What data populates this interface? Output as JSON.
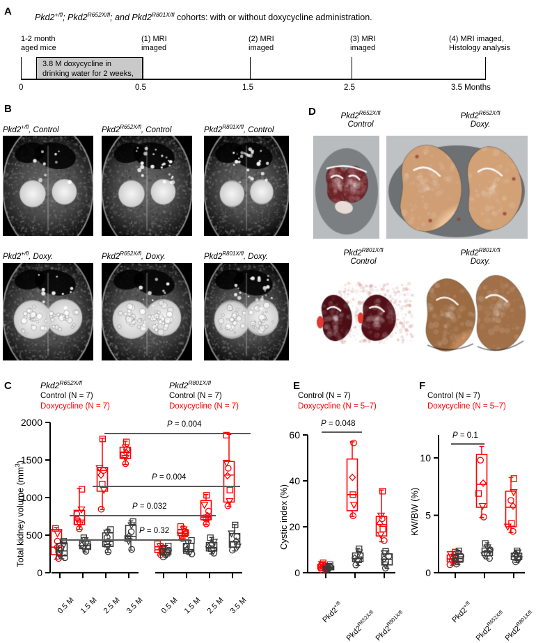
{
  "figure": {
    "panels": [
      "A",
      "B",
      "C",
      "D",
      "E",
      "F"
    ]
  },
  "panelA": {
    "letter": "A",
    "title_italic": "Pkd2+/fl; Pkd2R652X/fl; and Pkd2R801X/fl",
    "title_parts": [
      {
        "text": "Pkd2",
        "style": "italic"
      },
      {
        "text": "+/fl",
        "style": "italic-sup"
      },
      {
        "text": "; ",
        "style": "italic"
      },
      {
        "text": "Pkd2",
        "style": "italic"
      },
      {
        "text": "R652X/fl",
        "style": "italic-sup"
      },
      {
        "text": "; and ",
        "style": "italic"
      },
      {
        "text": "Pkd2",
        "style": "italic"
      },
      {
        "text": "R801X/fl",
        "style": "italic-sup"
      },
      {
        "text": " cohorts: with or without doxycycline administration.",
        "style": "normal"
      }
    ],
    "timeline_labels": [
      {
        "line1": "1-2 month",
        "line2": "aged mice",
        "x": 30
      },
      {
        "line1": "(1) MRI",
        "line2": "imaged",
        "x": 203
      },
      {
        "line1": "(2) MRI",
        "line2": "imaged",
        "x": 357
      },
      {
        "line1": "(3) MRI",
        "line2": "imaged",
        "x": 503
      },
      {
        "line1": "(4) MRI imaged,",
        "line2": "Histology analysis",
        "x": 648
      }
    ],
    "doxy_box": {
      "line1": "3.8 M doxycycline in",
      "line2": "drinking water for 2 weeks,"
    },
    "axis_numbers": [
      {
        "label": "0",
        "x": 30
      },
      {
        "label": "0.5",
        "x": 205
      },
      {
        "label": "1.5",
        "x": 358
      },
      {
        "label": "2.5",
        "x": 504
      },
      {
        "label": "3.5 Months",
        "x": 650
      }
    ]
  },
  "panelB": {
    "letter": "B",
    "images": [
      {
        "genotype": "Pkd2",
        "sup": "+/fl",
        "treatment": ", Control",
        "row": 0,
        "col": 0
      },
      {
        "genotype": "Pkd2",
        "sup": "R652X/fl",
        "treatment": ", Control",
        "row": 0,
        "col": 1
      },
      {
        "genotype": "Pkd2",
        "sup": "R801X/fl",
        "treatment": ", Control",
        "row": 0,
        "col": 2
      },
      {
        "genotype": "Pkd2",
        "sup": "+/fl",
        "treatment": ", Doxy.",
        "row": 1,
        "col": 0
      },
      {
        "genotype": "Pkd2",
        "sup": "R652X/fl",
        "treatment": ", Doxy.",
        "row": 1,
        "col": 1
      },
      {
        "genotype": "Pkd2",
        "sup": "R801X/fl",
        "treatment": ", Doxy.",
        "row": 1,
        "col": 2
      }
    ]
  },
  "panelD": {
    "letter": "D",
    "images": [
      {
        "genotype": "Pkd2",
        "sup": "R652X/fl",
        "treatment": "Control",
        "row": 0,
        "col": 0
      },
      {
        "genotype": "Pkd2",
        "sup": "R652X/fl",
        "treatment": "Doxy.",
        "row": 0,
        "col": 1
      },
      {
        "genotype": "Pkd2",
        "sup": "R801X/fl",
        "treatment": "Control",
        "row": 1,
        "col": 0
      },
      {
        "genotype": "Pkd2",
        "sup": "R801X/fl",
        "treatment": "Doxy.",
        "row": 1,
        "col": 1
      }
    ]
  },
  "panelC": {
    "letter": "C",
    "group_titles": [
      {
        "genotype": "Pkd2",
        "sup": "R652X/fl"
      },
      {
        "genotype": "Pkd2",
        "sup": "R801X/fl"
      }
    ],
    "legend": [
      {
        "label": "Control (N = 7)",
        "color": "#000000"
      },
      {
        "label": "Doxycycline (N = 7)",
        "color": "#ff0000"
      }
    ],
    "pvalues": [
      {
        "text": "P = 0.004"
      },
      {
        "text": "P = 0.004"
      },
      {
        "text": "P = 0.032"
      },
      {
        "text": "P = 0.32"
      }
    ]
  },
  "panelE": {
    "letter": "E",
    "legend": [
      {
        "label": "Control (N = 7)",
        "color": "#000000"
      },
      {
        "label": "Doxycycline (N = 5–7)",
        "color": "#ff0000"
      }
    ],
    "pvalue": "P = 0.048"
  },
  "panelF": {
    "letter": "F",
    "legend": [
      {
        "label": "Control (N = 7)",
        "color": "#000000"
      },
      {
        "label": "Doxycycline (N = 5–7)",
        "color": "#ff0000"
      }
    ],
    "pvalue": "P = 0.1"
  },
  "colors": {
    "control": "#3a3a3a",
    "doxycycline": "#ff0000",
    "pbar": "#595959",
    "doxybox": "#c9c9c9"
  },
  "chart_data": [
    {
      "id": "panelC",
      "type": "box",
      "title": "",
      "xlabel": "",
      "ylabel": "Total kidney volume (mm³)",
      "ylim": [
        0,
        2000
      ],
      "yticks": [
        0,
        500,
        1000,
        1500,
        2000
      ],
      "ytick_labels": [
        "0",
        "500",
        "1000",
        "1500",
        "2000"
      ],
      "grid": false,
      "legend_position": "above",
      "groups": [
        {
          "name": "Pkd2R652X/fl",
          "categories": [
            "0.5 M",
            "1.5 M",
            "2.5 M",
            "3.5 M"
          ],
          "series": [
            {
              "name": "Control",
              "color": "#3a3a3a",
              "boxes": [
                {
                  "min": 185,
                  "q1": 225,
                  "median": 290,
                  "q3": 390,
                  "max": 430,
                  "points": [
                    200,
                    230,
                    260,
                    300,
                    330,
                    370,
                    420
                  ]
                },
                {
                  "min": 275,
                  "q1": 320,
                  "median": 360,
                  "q3": 420,
                  "max": 470,
                  "points": [
                    285,
                    320,
                    345,
                    365,
                    400,
                    430,
                    465
                  ]
                },
                {
                  "min": 270,
                  "q1": 350,
                  "median": 415,
                  "q3": 530,
                  "max": 580,
                  "points": [
                    280,
                    340,
                    380,
                    420,
                    470,
                    530,
                    575
                  ]
                },
                {
                  "min": 300,
                  "q1": 440,
                  "median": 480,
                  "q3": 630,
                  "max": 690,
                  "points": [
                    310,
                    420,
                    455,
                    490,
                    545,
                    630,
                    680
                  ]
                }
              ]
            },
            {
              "name": "Doxycycline",
              "color": "#ff0000",
              "boxes": [
                {
                  "min": 180,
                  "q1": 240,
                  "median": 340,
                  "q3": 575,
                  "max": 600,
                  "points": [
                    190,
                    250,
                    300,
                    340,
                    420,
                    520,
                    590
                  ]
                },
                {
                  "min": 575,
                  "q1": 640,
                  "median": 700,
                  "q3": 830,
                  "max": 1120,
                  "points": [
                    585,
                    640,
                    680,
                    720,
                    780,
                    840,
                    1110
                  ]
                },
                {
                  "min": 840,
                  "q1": 1085,
                  "median": 1360,
                  "q3": 1400,
                  "max": 1790,
                  "points": [
                    845,
                    1100,
                    1180,
                    1300,
                    1360,
                    1390,
                    1780
                  ]
                },
                {
                  "min": 1440,
                  "q1": 1520,
                  "median": 1600,
                  "q3": 1670,
                  "max": 1750,
                  "points": [
                    1450,
                    1525,
                    1570,
                    1600,
                    1640,
                    1665,
                    1740
                  ]
                }
              ]
            }
          ]
        },
        {
          "name": "Pkd2R801X/fl",
          "categories": [
            "0.5 M",
            "1.5 M",
            "2.5 M",
            "3.5 M"
          ],
          "series": [
            {
              "name": "Control",
              "color": "#3a3a3a",
              "boxes": [
                {
                  "min": 205,
                  "q1": 245,
                  "median": 275,
                  "q3": 320,
                  "max": 360,
                  "points": [
                    210,
                    240,
                    260,
                    280,
                    300,
                    330,
                    355
                  ]
                },
                {
                  "min": 245,
                  "q1": 280,
                  "median": 305,
                  "q3": 390,
                  "max": 435,
                  "points": [
                    250,
                    275,
                    295,
                    310,
                    350,
                    390,
                    430
                  ]
                },
                {
                  "min": 250,
                  "q1": 290,
                  "median": 335,
                  "q3": 400,
                  "max": 470,
                  "points": [
                    260,
                    290,
                    320,
                    345,
                    380,
                    410,
                    465
                  ]
                },
                {
                  "min": 290,
                  "q1": 340,
                  "median": 410,
                  "q3": 520,
                  "max": 640,
                  "points": [
                    300,
                    345,
                    380,
                    420,
                    480,
                    520,
                    635
                  ]
                }
              ]
            },
            {
              "name": "Doxycycline",
              "color": "#ff0000",
              "boxes": [
                {
                  "min": 235,
                  "q1": 270,
                  "median": 305,
                  "q3": 345,
                  "max": 390,
                  "points": [
                    240,
                    270,
                    290,
                    310,
                    330,
                    350,
                    385
                  ]
                },
                {
                  "min": 450,
                  "q1": 495,
                  "median": 525,
                  "q3": 570,
                  "max": 620,
                  "points": [
                    455,
                    495,
                    515,
                    530,
                    550,
                    575,
                    615
                  ]
                },
                {
                  "min": 640,
                  "q1": 705,
                  "median": 740,
                  "q3": 960,
                  "max": 1040,
                  "points": [
                    650,
                    710,
                    730,
                    760,
                    820,
                    900,
                    1030
                  ]
                },
                {
                  "min": 880,
                  "q1": 940,
                  "median": 1300,
                  "q3": 1480,
                  "max": 1840,
                  "points": [
                    890,
                    950,
                    1100,
                    1290,
                    1390,
                    1460,
                    1830
                  ]
                }
              ]
            }
          ]
        }
      ],
      "annotations": [
        {
          "text": "P = 0.004"
        },
        {
          "text": "P = 0.004"
        },
        {
          "text": "P = 0.032"
        },
        {
          "text": "P = 0.32"
        }
      ]
    },
    {
      "id": "panelE",
      "type": "box",
      "title": "",
      "xlabel": "",
      "ylabel": "Cystic index (%)",
      "ylim": [
        0,
        60
      ],
      "yticks": [
        0,
        20,
        40,
        60
      ],
      "ytick_labels": [
        "0",
        "20",
        "40",
        "60"
      ],
      "grid": false,
      "legend_position": "above",
      "categories": [
        "Pkd2+/fl",
        "Pkd2R652X/fl",
        "Pkd2R801X/fl"
      ],
      "series": [
        {
          "name": "Control",
          "color": "#3a3a3a",
          "boxes": [
            {
              "min": 0.8,
              "q1": 1.3,
              "median": 1.9,
              "q3": 2.9,
              "max": 3.6,
              "points": [
                0.9,
                1.3,
                1.7,
                2.0,
                2.4,
                2.9,
                3.5
              ]
            },
            {
              "min": 3.2,
              "q1": 4.8,
              "median": 6.2,
              "q3": 8.6,
              "max": 10.6,
              "points": [
                3.4,
                4.9,
                5.7,
                6.4,
                7.6,
                8.8,
                10.4
              ]
            },
            {
              "min": 1.8,
              "q1": 3.4,
              "median": 5.8,
              "q3": 8.2,
              "max": 9.5,
              "points": [
                2.0,
                3.5,
                4.8,
                6.0,
                7.2,
                8.4,
                9.3
              ]
            }
          ]
        },
        {
          "name": "Doxycycline",
          "color": "#ff0000",
          "boxes": [
            {
              "min": 0.9,
              "q1": 1.6,
              "median": 2.6,
              "q3": 3.6,
              "max": 4.4,
              "points": [
                1.0,
                1.7,
                2.2,
                2.7,
                3.2,
                3.7,
                4.3
              ]
            },
            {
              "min": 24.5,
              "q1": 27.0,
              "median": 34.0,
              "q3": 49.5,
              "max": 57.0,
              "points": [
                24.8,
                29.5,
                34.0,
                41.5,
                56.5
              ]
            },
            {
              "min": 13.5,
              "q1": 16.0,
              "median": 21.0,
              "q3": 24.5,
              "max": 36.0,
              "points": [
                14.0,
                16.5,
                19.0,
                21.5,
                23.5,
                24.8,
                35.5
              ]
            }
          ]
        }
      ],
      "annotations": [
        {
          "text": "P = 0.048"
        }
      ]
    },
    {
      "id": "panelF",
      "type": "box",
      "title": "",
      "xlabel": "",
      "ylabel": "KW/BW (%)",
      "ylim": [
        0,
        12
      ],
      "yticks": [
        0,
        5,
        10
      ],
      "ytick_labels": [
        "0",
        "5",
        "10"
      ],
      "grid": false,
      "legend_position": "above",
      "categories": [
        "Pkd2+/fl",
        "Pkd2R652X/fl",
        "Pkd2R801X/fl"
      ],
      "series": [
        {
          "name": "Control",
          "color": "#3a3a3a",
          "boxes": [
            {
              "min": 0.7,
              "q1": 1.0,
              "median": 1.25,
              "q3": 1.6,
              "max": 1.95,
              "points": [
                0.75,
                1.0,
                1.15,
                1.3,
                1.45,
                1.65,
                1.9
              ]
            },
            {
              "min": 1.2,
              "q1": 1.5,
              "median": 1.85,
              "q3": 2.15,
              "max": 2.6,
              "points": [
                1.25,
                1.5,
                1.7,
                1.9,
                2.0,
                2.2,
                2.55
              ]
            },
            {
              "min": 0.9,
              "q1": 1.15,
              "median": 1.4,
              "q3": 1.7,
              "max": 1.95,
              "points": [
                0.95,
                1.15,
                1.3,
                1.45,
                1.6,
                1.75,
                1.9
              ]
            }
          ]
        },
        {
          "name": "Doxycycline",
          "color": "#ff0000",
          "boxes": [
            {
              "min": 0.65,
              "q1": 0.95,
              "median": 1.2,
              "q3": 1.55,
              "max": 1.85,
              "points": [
                0.7,
                0.95,
                1.1,
                1.25,
                1.4,
                1.6,
                1.8
              ]
            },
            {
              "min": 4.8,
              "q1": 5.7,
              "median": 7.7,
              "q3": 10.3,
              "max": 11.0,
              "points": [
                4.85,
                5.8,
                6.9,
                7.8,
                9.8
              ]
            },
            {
              "min": 3.5,
              "q1": 4.0,
              "median": 5.7,
              "q3": 7.1,
              "max": 8.3,
              "points": [
                3.6,
                4.0,
                4.3,
                5.8,
                6.3,
                7.0,
                8.2
              ]
            }
          ]
        }
      ],
      "annotations": [
        {
          "text": "P = 0.1"
        }
      ]
    }
  ]
}
